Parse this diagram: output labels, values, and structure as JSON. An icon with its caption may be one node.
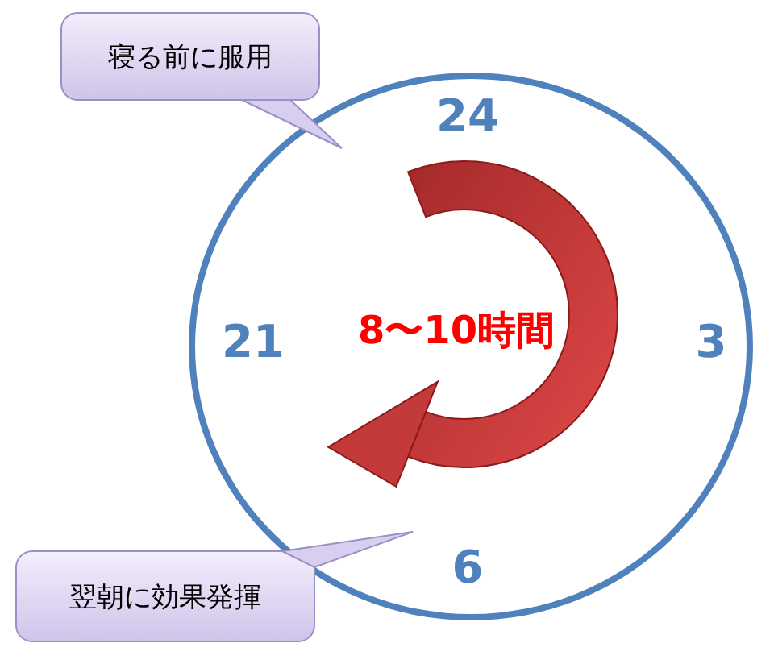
{
  "diagram": {
    "nodes": [
      {
        "text": [],
        "shape": "circle"
      },
      {
        "text": [
          "寝る前に服用"
        ]
      },
      {
        "text": [
          "翌朝に効果発揮"
        ]
      }
    ],
    "labels": [
      "24",
      "21",
      "8〜10時間",
      "3",
      "6"
    ]
  }
}
